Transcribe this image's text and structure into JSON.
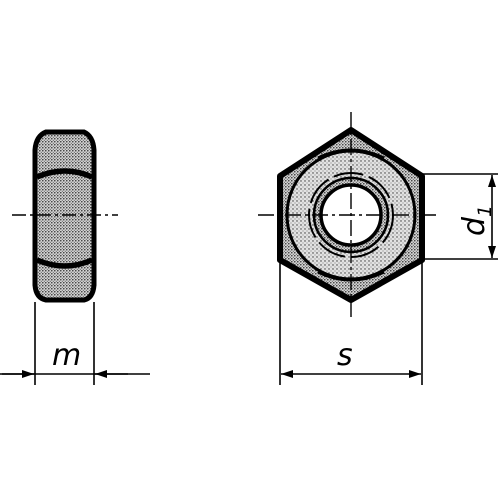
{
  "drawing": {
    "side_view": {
      "dimension_label": "m"
    },
    "front_view": {
      "width_label": "s",
      "bore_label_main": "d",
      "bore_label_sub": "1"
    }
  }
}
